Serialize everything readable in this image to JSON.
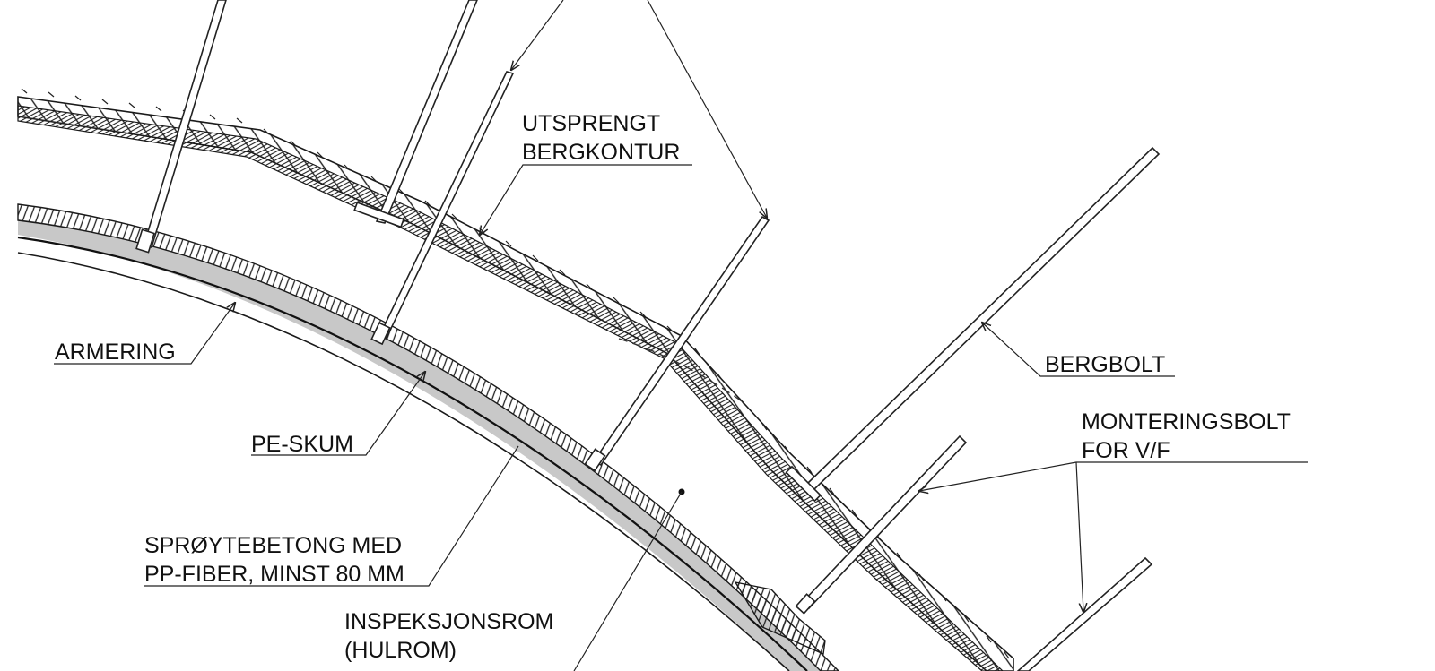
{
  "drawing": {
    "type": "tunnel-lining-section-detail",
    "colors": {
      "line": "#1a1a1a",
      "concrete_fill": "#c8c8c8",
      "background": "#ffffff"
    },
    "labels": {
      "utsprengt_line1": "UTSPRENGT",
      "utsprengt_line2": "BERGKONTUR",
      "bergbolt": "BERGBOLT",
      "monteringsbolt_line1": "MONTERINGSBOLT",
      "monteringsbolt_line2": "FOR V/F",
      "armering": "ARMERING",
      "pe_skum": "PE-SKUM",
      "sproytebetong_line1": "SPRØYTEBETONG MED",
      "sproytebetong_line2": "PP-FIBER, MINST 80 MM",
      "inspeksjonsrom_line1": "INSPEKSJONSROM",
      "inspeksjonsrom_line2": "(HULROM)"
    }
  }
}
